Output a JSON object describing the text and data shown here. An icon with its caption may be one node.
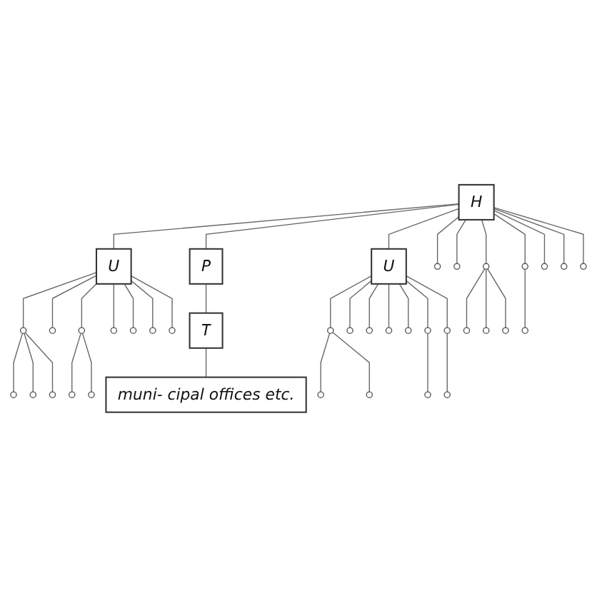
{
  "diagram": {
    "nodes": [
      {
        "text": [
          "U"
        ]
      },
      {
        "text": [
          "T"
        ]
      },
      {
        "text": [
          "muni- cipal offices etc."
        ]
      },
      {
        "text": [
          "P"
        ]
      },
      {
        "text": [
          "H"
        ]
      },
      {
        "text": [
          "U"
        ]
      },
      {
        "text": [],
        "shape": "circle"
      },
      {
        "text": [],
        "shape": "circle"
      },
      {
        "text": [],
        "shape": "circle"
      },
      {
        "text": [],
        "shape": "circle"
      },
      {
        "text": [],
        "shape": "circle"
      },
      {
        "text": [],
        "shape": "circle"
      },
      {
        "text": [],
        "shape": "circle"
      },
      {
        "text": [],
        "shape": "circle"
      },
      {
        "text": [],
        "shape": "circle"
      },
      {
        "text": [],
        "shape": "circle"
      },
      {
        "text": [],
        "shape": "circle"
      },
      {
        "text": [],
        "shape": "circle"
      },
      {
        "text": [],
        "shape": "circle"
      },
      {
        "text": [],
        "shape": "circle"
      },
      {
        "text": [],
        "shape": "circle"
      },
      {
        "text": [],
        "shape": "circle"
      },
      {
        "text": [],
        "shape": "circle"
      },
      {
        "text": [],
        "shape": "circle"
      },
      {
        "text": [],
        "shape": "circle"
      },
      {
        "text": [],
        "shape": "circle"
      },
      {
        "text": [],
        "shape": "circle"
      },
      {
        "text": [],
        "shape": "circle"
      },
      {
        "text": [],
        "shape": "circle"
      },
      {
        "text": [],
        "shape": "circle"
      },
      {
        "text": [],
        "shape": "circle"
      },
      {
        "text": [],
        "shape": "circle"
      },
      {
        "text": [],
        "shape": "circle"
      },
      {
        "text": [],
        "shape": "circle"
      },
      {
        "text": [],
        "shape": "circle"
      },
      {
        "text": [],
        "shape": "circle"
      },
      {
        "text": [],
        "shape": "circle"
      },
      {
        "text": [],
        "shape": "circle"
      },
      {
        "text": [],
        "shape": "circle"
      },
      {
        "text": [],
        "shape": "circle"
      }
    ],
    "edges": [
      {
        "from": 4,
        "to": 0,
        "arrow": "none"
      },
      {
        "from": 4,
        "to": 3,
        "arrow": "none"
      },
      {
        "from": 3,
        "to": 1,
        "arrow": "none"
      },
      {
        "from": 1,
        "to": 2,
        "arrow": "none"
      },
      {
        "from": 4,
        "to": 5,
        "arrow": "none"
      },
      {
        "from": 0,
        "to": 13,
        "arrow": "none"
      },
      {
        "from": 13,
        "to": 6,
        "arrow": "none"
      },
      {
        "from": 13,
        "to": 7,
        "arrow": "none"
      },
      {
        "from": 13,
        "to": 9,
        "arrow": "none"
      },
      {
        "from": 0,
        "to": 10,
        "arrow": "none"
      },
      {
        "from": 0,
        "to": 11,
        "arrow": "none"
      },
      {
        "from": 11,
        "to": 8,
        "arrow": "none"
      },
      {
        "from": 11,
        "to": 12,
        "arrow": "none"
      },
      {
        "from": 0,
        "to": 17,
        "arrow": "none"
      },
      {
        "from": 0,
        "to": 14,
        "arrow": "none"
      },
      {
        "from": 0,
        "to": 15,
        "arrow": "none"
      },
      {
        "from": 0,
        "to": 16,
        "arrow": "none"
      },
      {
        "from": 4,
        "to": 18,
        "arrow": "none"
      },
      {
        "from": 4,
        "to": 23,
        "arrow": "none"
      },
      {
        "from": 4,
        "to": 27,
        "arrow": "none"
      },
      {
        "from": 27,
        "to": 29,
        "arrow": "none"
      },
      {
        "from": 27,
        "to": 26,
        "arrow": "none"
      },
      {
        "from": 27,
        "to": 31,
        "arrow": "none"
      },
      {
        "from": 4,
        "to": 24,
        "arrow": "none"
      },
      {
        "from": 24,
        "to": 22,
        "arrow": "none"
      },
      {
        "from": 4,
        "to": 30,
        "arrow": "none"
      },
      {
        "from": 4,
        "to": 35,
        "arrow": "none"
      },
      {
        "from": 4,
        "to": 38,
        "arrow": "none"
      },
      {
        "from": 5,
        "to": 21,
        "arrow": "none"
      },
      {
        "from": 21,
        "to": 19,
        "arrow": "none"
      },
      {
        "from": 21,
        "to": 20,
        "arrow": "none"
      },
      {
        "from": 5,
        "to": 25,
        "arrow": "none"
      },
      {
        "from": 5,
        "to": 32,
        "arrow": "none"
      },
      {
        "from": 5,
        "to": 28,
        "arrow": "none"
      },
      {
        "from": 5,
        "to": 33,
        "arrow": "none"
      },
      {
        "from": 5,
        "to": 34,
        "arrow": "none"
      },
      {
        "from": 34,
        "to": 36,
        "arrow": "none"
      },
      {
        "from": 5,
        "to": 37,
        "arrow": "none"
      },
      {
        "from": 37,
        "to": 39,
        "arrow": "none"
      }
    ]
  }
}
